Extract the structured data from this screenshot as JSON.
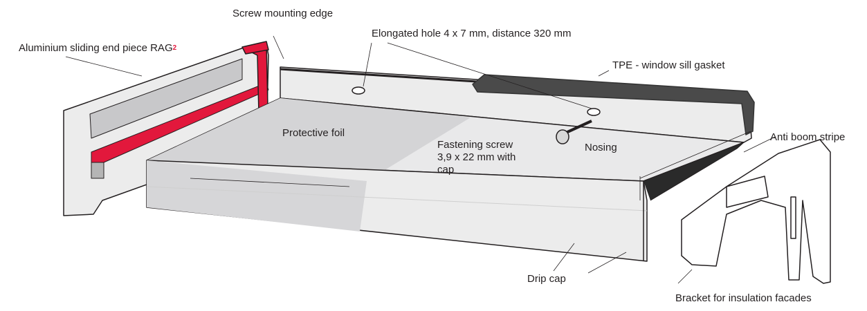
{
  "labels": {
    "end_piece": "Aluminium sliding end piece RAG",
    "end_piece_sup": "2",
    "screw_edge": "Screw mounting edge",
    "hole": "Elongated hole  4 x 7 mm, distance 320 mm",
    "gasket": "TPE - window sill gasket",
    "foil": "Protective foil",
    "screw_line1": "Fastening screw",
    "screw_line2": "3,9 x 22 mm with",
    "screw_line3": "cap",
    "nosing": "Nosing",
    "anti_boom": "Anti boom stripe",
    "drip": "Drip cap",
    "bracket": "Bracket for insulation facades"
  },
  "colors": {
    "accent": "#e2183c",
    "gasket": "#4a4a4a",
    "foil": "#d4d4d6",
    "sill": "#e9e9ea"
  }
}
